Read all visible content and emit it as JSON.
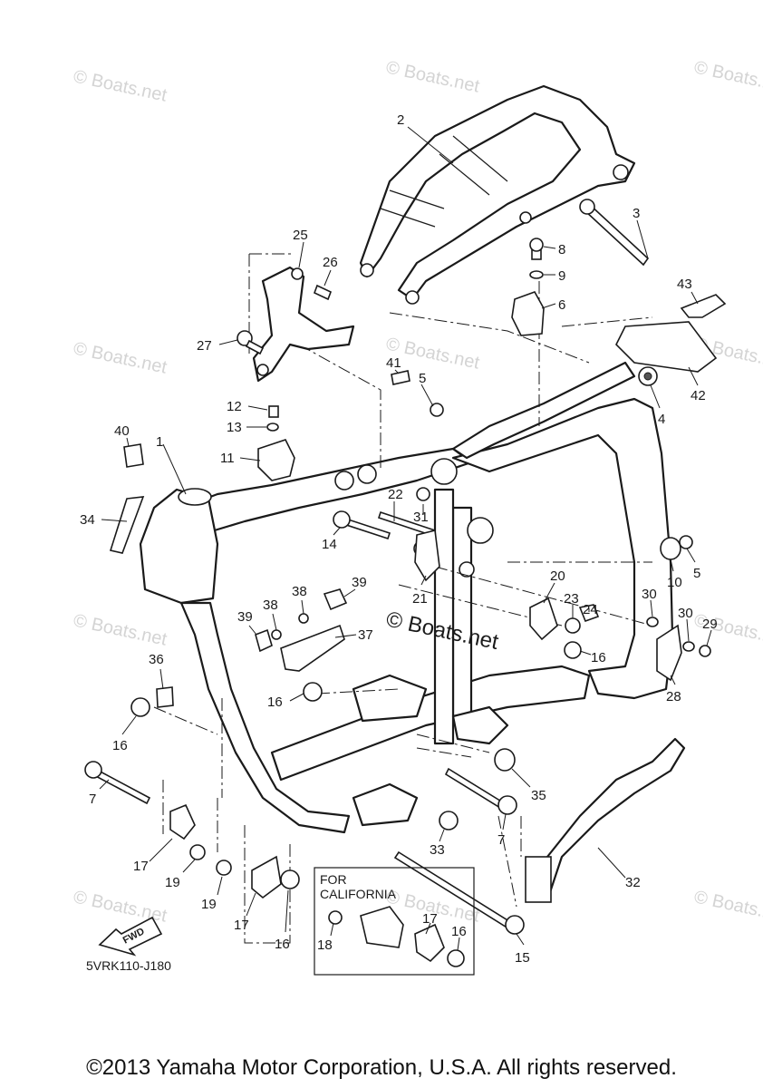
{
  "watermark": "© Boats.net",
  "center_watermark": "© Boats.net",
  "california_box": {
    "line1": "FOR",
    "line2": "CALIFORNIA"
  },
  "fwd_label": "FWD",
  "diagram_code": "5VRK110-J180",
  "copyright": "©2013 Yamaha Motor Corporation, U.S.A. All rights reserved.",
  "part_labels": {
    "p1": "1",
    "p2": "2",
    "p3": "3",
    "p4": "4",
    "p5a": "5",
    "p5b": "5",
    "p6": "6",
    "p7a": "7",
    "p7b": "7",
    "p8": "8",
    "p9": "9",
    "p10": "10",
    "p11": "11",
    "p12": "12",
    "p13": "13",
    "p14": "14",
    "p15": "15",
    "p16a": "16",
    "p16b": "16",
    "p16c": "16",
    "p16d": "16",
    "p16e": "16",
    "p17a": "17",
    "p17b": "17",
    "p17c": "17",
    "p18": "18",
    "p19a": "19",
    "p19b": "19",
    "p20": "20",
    "p21": "21",
    "p22": "22",
    "p23": "23",
    "p24": "24",
    "p25": "25",
    "p26": "26",
    "p27": "27",
    "p28": "28",
    "p29": "29",
    "p30a": "30",
    "p30b": "30",
    "p31": "31",
    "p32": "32",
    "p33": "33",
    "p34": "34",
    "p35": "35",
    "p36": "36",
    "p37": "37",
    "p38a": "38",
    "p38b": "38",
    "p39a": "39",
    "p39b": "39",
    "p40": "40",
    "p41": "41",
    "p42": "42",
    "p43": "43"
  }
}
